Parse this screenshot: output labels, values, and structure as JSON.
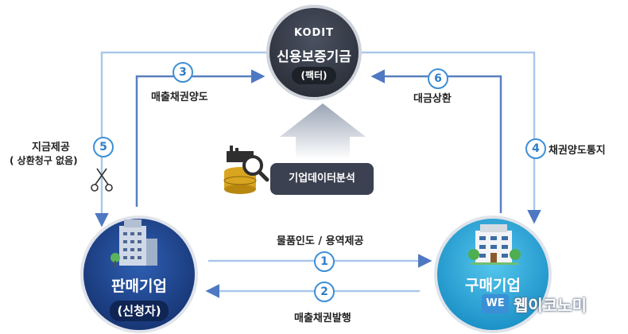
{
  "center": {
    "logo": "KODIT",
    "title": "신용보증기금",
    "subtitle": "(팩터)"
  },
  "seller": {
    "title": "판매기업",
    "subtitle": "(신청자)"
  },
  "buyer": {
    "title": "구매기업"
  },
  "analysis": {
    "label": "기업데이터분석"
  },
  "flows": [
    {
      "num": "1",
      "label": "물품인도 / 용역제공"
    },
    {
      "num": "2",
      "label": "매출채권발행"
    },
    {
      "num": "3",
      "label": "매출채권양도"
    },
    {
      "num": "4",
      "label": "채권양도통지"
    },
    {
      "num": "5",
      "label_line1": "지금제공",
      "label_line2": "( 상환청구 없음)"
    },
    {
      "num": "6",
      "label": "대금상환"
    }
  ],
  "watermark": {
    "badge": "WE",
    "text": "웹이코노미"
  },
  "colors": {
    "navy": "#1f3f86",
    "cyan": "#2aa8d6",
    "dark": "#343a45",
    "arrow": "#5a7fc0",
    "light_arrow": "#a9c7ea"
  }
}
